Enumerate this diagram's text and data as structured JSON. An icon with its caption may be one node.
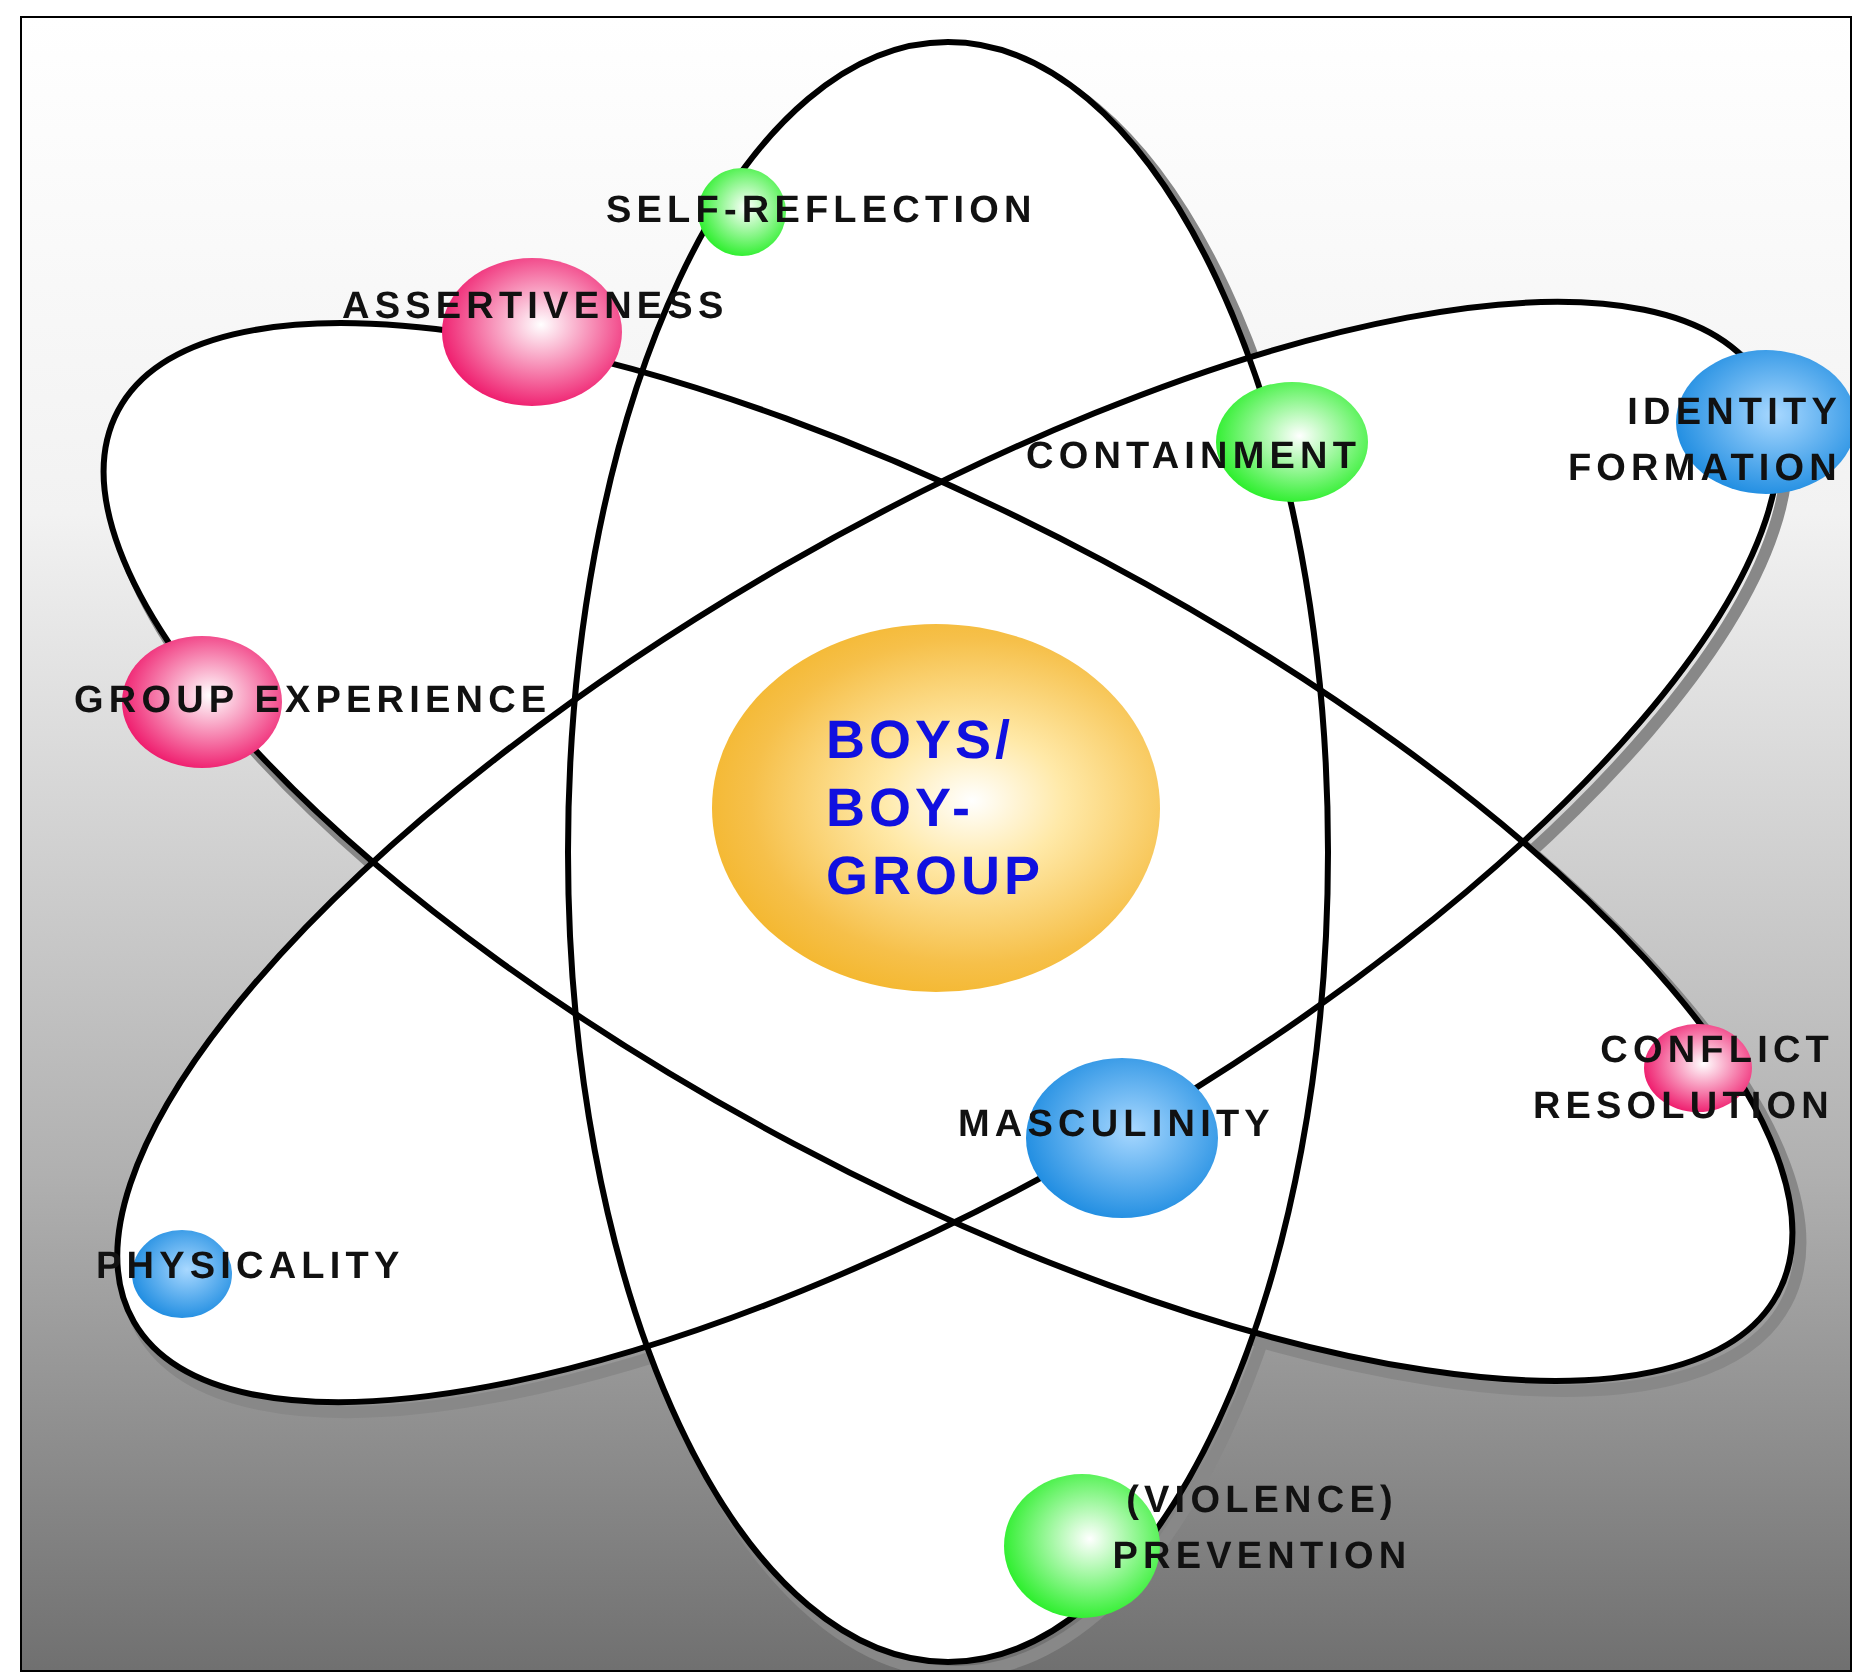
{
  "diagram": {
    "nodes": [
      {
        "text": [
          "SELF-REFLECTION"
        ]
      },
      {
        "text": [
          "ASSERTIVENESS"
        ]
      },
      {
        "text": [
          "CONTAINMENT"
        ]
      },
      {
        "text": [
          "IDENTITY FORMATION"
        ]
      },
      {
        "text": [
          "GROUP EXPERIENCE"
        ]
      },
      {
        "text": [
          "BOYS/ BOY- GROUP"
        ]
      },
      {
        "text": [
          "CONFLICT RESOLUTION"
        ]
      },
      {
        "text": [
          "MASCULINITY"
        ]
      },
      {
        "text": [
          "PHYSICALITY"
        ]
      },
      {
        "text": [
          "(VIOLENCE) PREVENTION"
        ]
      }
    ]
  }
}
